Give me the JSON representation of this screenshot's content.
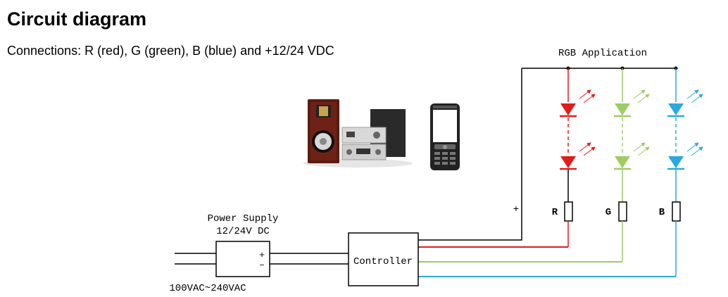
{
  "title": "Circuit diagram",
  "subtitle": "Connections: R (red), G (green), B (blue) and +12/24 VDC",
  "application_label": "RGB Application",
  "power_supply": {
    "line1": "Power Supply",
    "line2": "12/24V DC",
    "plus": "+",
    "minus": "–"
  },
  "input_label": "100VAC~240VAC",
  "controller_label": "Controller",
  "plus_label": "+",
  "channels": [
    {
      "label": "R",
      "color": "#e31b1b"
    },
    {
      "label": "G",
      "color": "#9ccc65"
    },
    {
      "label": "B",
      "color": "#29a9df"
    }
  ],
  "icons": [
    "speakers-stereo-icon",
    "mobile-phone-icon"
  ]
}
